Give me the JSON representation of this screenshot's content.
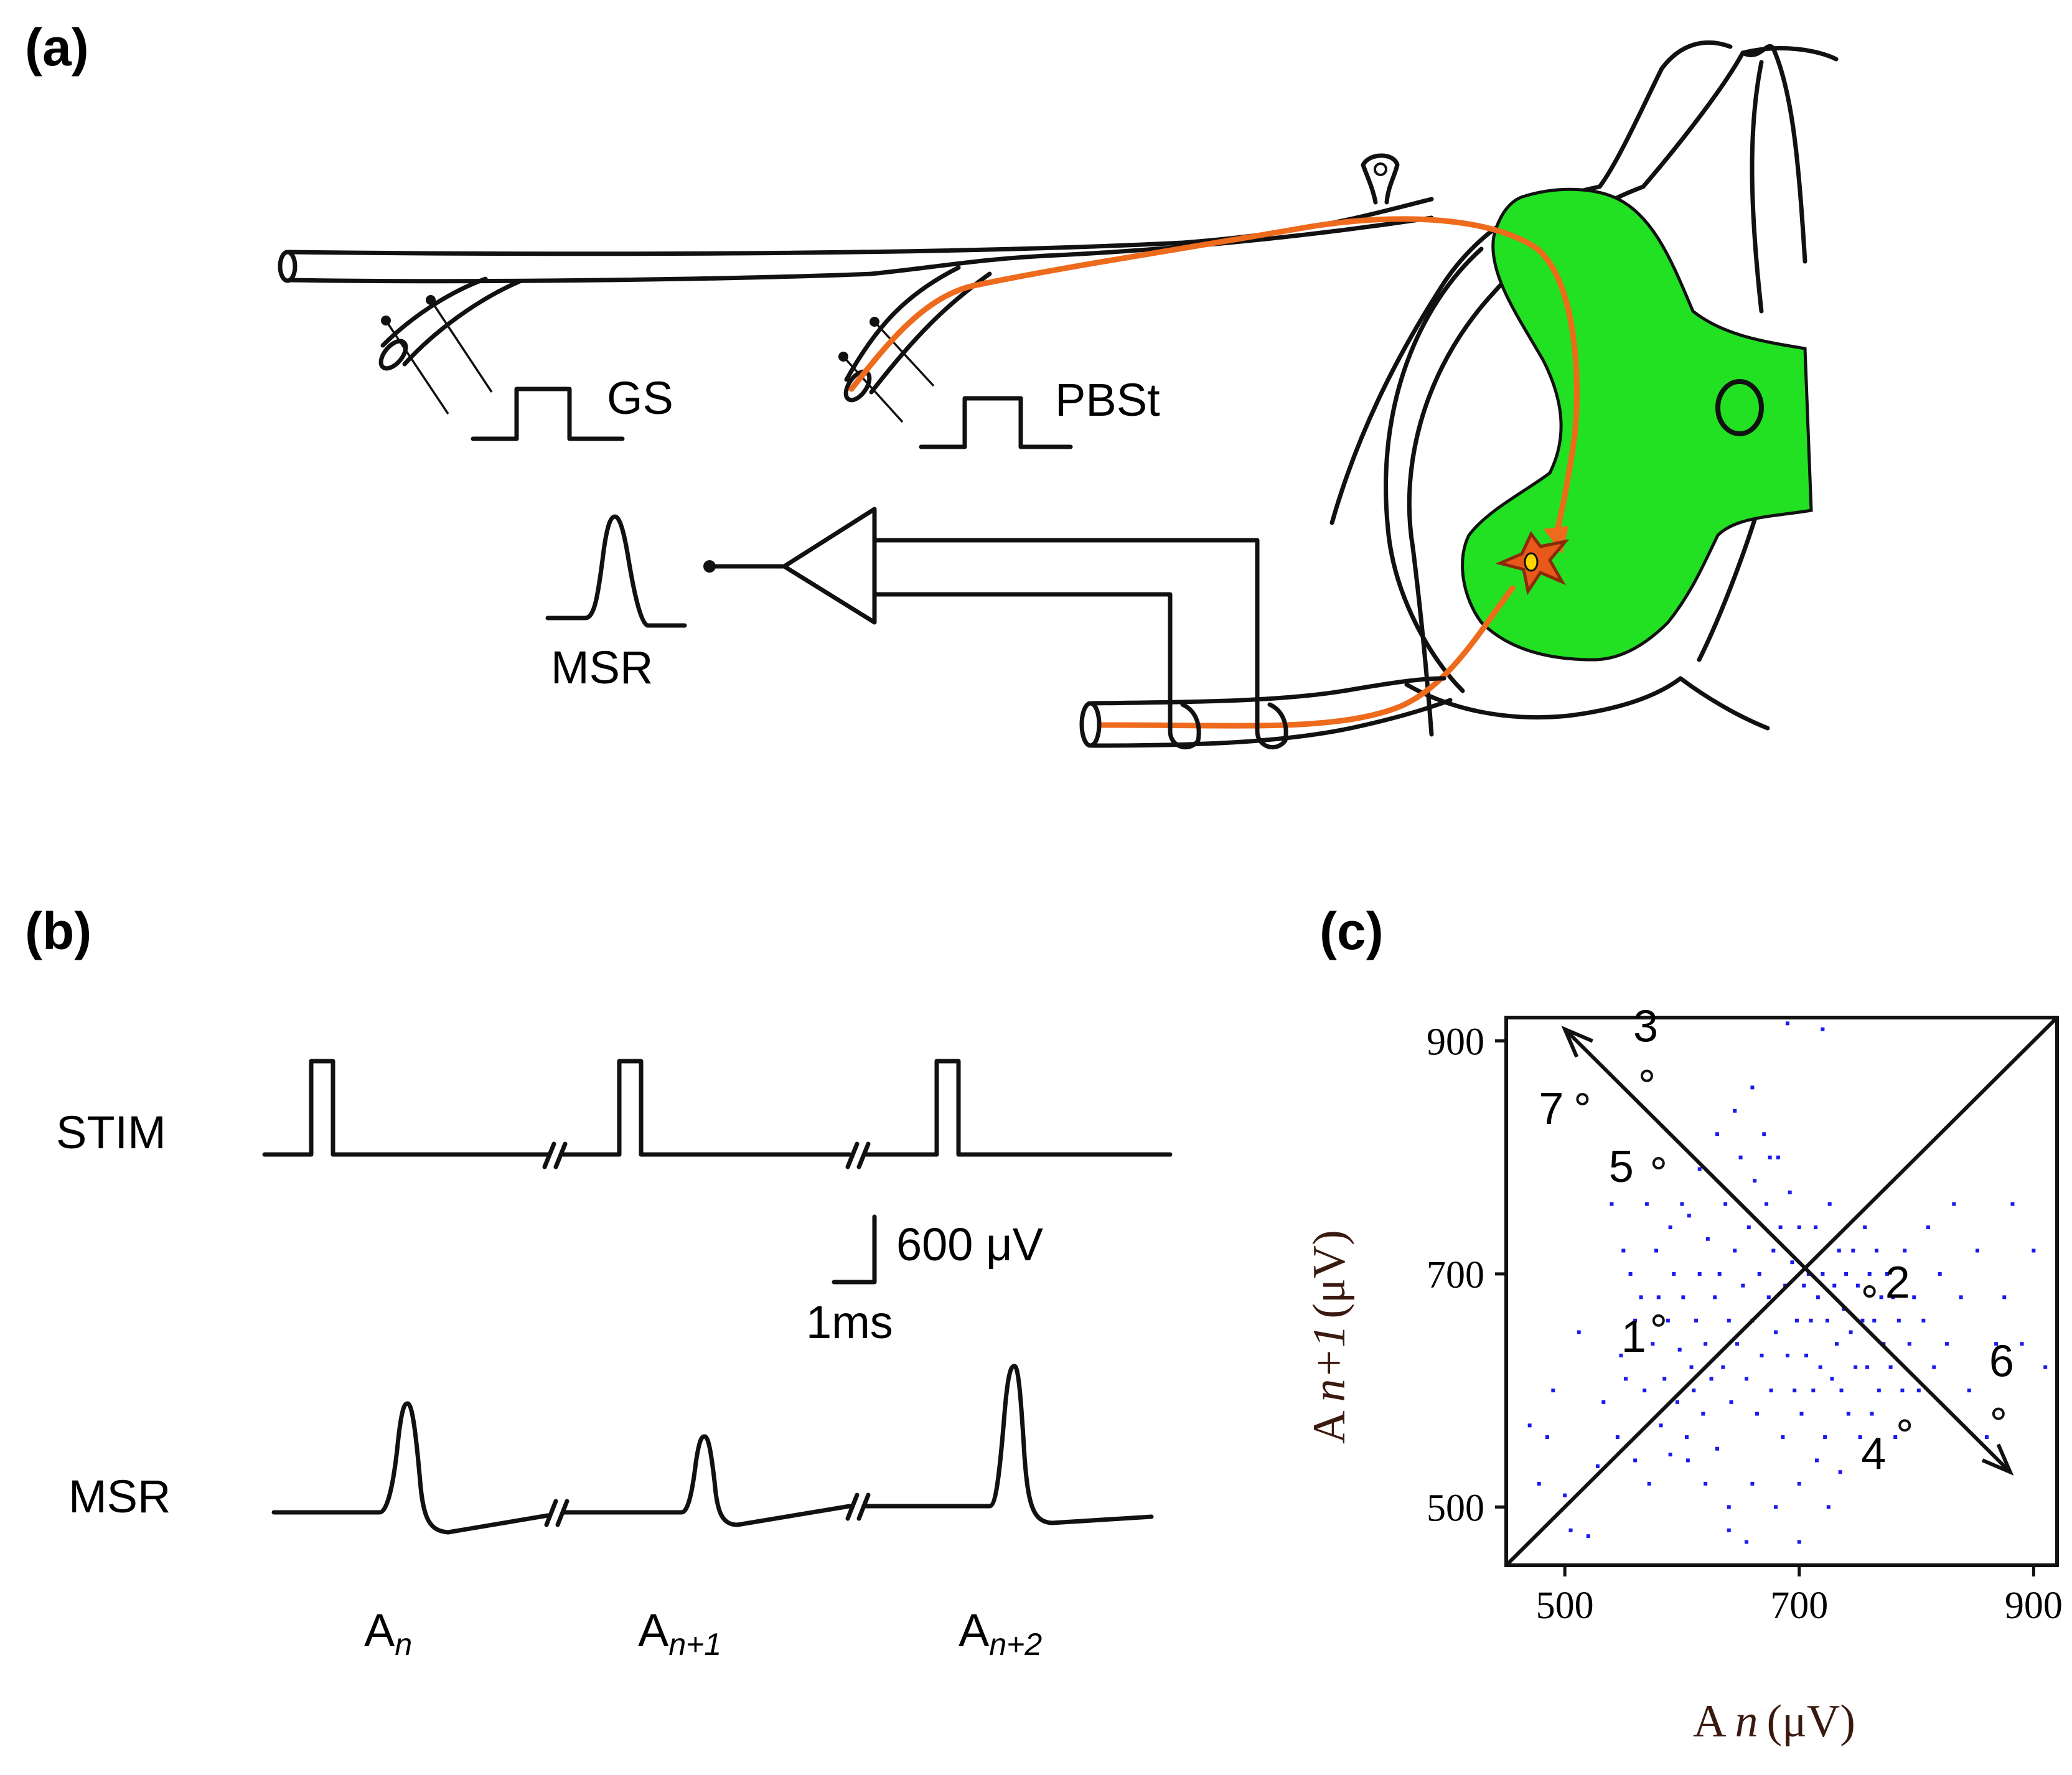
{
  "panels": {
    "a": "(a)",
    "b": "(b)",
    "c": "(c)"
  },
  "diagram": {
    "stim_gs": "GS",
    "stim_pbst": "PBSt",
    "recording": "MSR"
  },
  "traces": {
    "stim_label": "STIM",
    "msr_label": "MSR",
    "scale_voltage": "600 μV",
    "scale_time": "1ms",
    "amp_labels": [
      {
        "base": "A",
        "sub": "n"
      },
      {
        "base": "A",
        "sub": "n+1"
      },
      {
        "base": "A",
        "sub": "n+2"
      }
    ]
  },
  "colors": {
    "gray_matter": "#22e022",
    "afferent": "#ee6a1c",
    "motoneuron": "#e8581a",
    "scatter": "#1a1aee"
  },
  "chart_data": {
    "type": "scatter",
    "xlabel": {
      "base": "A",
      "sub": "n",
      "unit": "(μV)"
    },
    "ylabel": {
      "base": "A",
      "sub": "n+1",
      "unit": "(μV)"
    },
    "xlim": [
      450,
      920
    ],
    "ylim": [
      450,
      920
    ],
    "xticks": [
      500,
      700,
      900
    ],
    "yticks": [
      500,
      700,
      900
    ],
    "diagonal": [
      [
        450,
        450
      ],
      [
        920,
        920
      ]
    ],
    "anti_diagonal_arrow": [
      [
        500,
        910
      ],
      [
        880,
        530
      ]
    ],
    "labeled_points": [
      {
        "label": "1",
        "x": 580,
        "y": 660
      },
      {
        "label": "2",
        "x": 760,
        "y": 685
      },
      {
        "label": "3",
        "x": 570,
        "y": 870
      },
      {
        "label": "4",
        "x": 790,
        "y": 570
      },
      {
        "label": "5",
        "x": 580,
        "y": 795
      },
      {
        "label": "6",
        "x": 870,
        "y": 580
      },
      {
        "label": "7",
        "x": 515,
        "y": 850
      }
    ],
    "scatter_points": [
      [
        470,
        570
      ],
      [
        478,
        520
      ],
      [
        485,
        560
      ],
      [
        490,
        600
      ],
      [
        500,
        510
      ],
      [
        505,
        480
      ],
      [
        512,
        650
      ],
      [
        520,
        475
      ],
      [
        528,
        535
      ],
      [
        533,
        590
      ],
      [
        540,
        760
      ],
      [
        545,
        560
      ],
      [
        548,
        630
      ],
      [
        552,
        610
      ],
      [
        556,
        700
      ],
      [
        560,
        540
      ],
      [
        565,
        680
      ],
      [
        568,
        600
      ],
      [
        572,
        520
      ],
      [
        575,
        640
      ],
      [
        578,
        720
      ],
      [
        582,
        570
      ],
      [
        585,
        610
      ],
      [
        588,
        660
      ],
      [
        590,
        545
      ],
      [
        593,
        700
      ],
      [
        596,
        590
      ],
      [
        598,
        635
      ],
      [
        601,
        680
      ],
      [
        604,
        560
      ],
      [
        606,
        750
      ],
      [
        608,
        620
      ],
      [
        610,
        600
      ],
      [
        612,
        660
      ],
      [
        615,
        700
      ],
      [
        618,
        580
      ],
      [
        620,
        640
      ],
      [
        622,
        730
      ],
      [
        625,
        610
      ],
      [
        628,
        680
      ],
      [
        630,
        550
      ],
      [
        632,
        700
      ],
      [
        635,
        620
      ],
      [
        637,
        760
      ],
      [
        640,
        660
      ],
      [
        642,
        590
      ],
      [
        645,
        720
      ],
      [
        647,
        640
      ],
      [
        650,
        800
      ],
      [
        652,
        690
      ],
      [
        655,
        610
      ],
      [
        657,
        740
      ],
      [
        660,
        660
      ],
      [
        662,
        780
      ],
      [
        664,
        580
      ],
      [
        666,
        700
      ],
      [
        668,
        630
      ],
      [
        670,
        820
      ],
      [
        672,
        760
      ],
      [
        674,
        680
      ],
      [
        676,
        600
      ],
      [
        678,
        720
      ],
      [
        680,
        650
      ],
      [
        682,
        800
      ],
      [
        684,
        740
      ],
      [
        686,
        560
      ],
      [
        688,
        690
      ],
      [
        690,
        630
      ],
      [
        692,
        770
      ],
      [
        694,
        710
      ],
      [
        696,
        600
      ],
      [
        698,
        660
      ],
      [
        700,
        740
      ],
      [
        702,
        580
      ],
      [
        704,
        690
      ],
      [
        706,
        630
      ],
      [
        708,
        700
      ],
      [
        710,
        660
      ],
      [
        712,
        600
      ],
      [
        714,
        740
      ],
      [
        716,
        680
      ],
      [
        718,
        620
      ],
      [
        720,
        700
      ],
      [
        722,
        560
      ],
      [
        724,
        660
      ],
      [
        726,
        760
      ],
      [
        728,
        610
      ],
      [
        730,
        690
      ],
      [
        732,
        640
      ],
      [
        734,
        720
      ],
      [
        736,
        600
      ],
      [
        738,
        670
      ],
      [
        740,
        700
      ],
      [
        742,
        580
      ],
      [
        744,
        650
      ],
      [
        746,
        720
      ],
      [
        748,
        620
      ],
      [
        750,
        690
      ],
      [
        752,
        560
      ],
      [
        754,
        660
      ],
      [
        756,
        740
      ],
      [
        758,
        620
      ],
      [
        760,
        700
      ],
      [
        762,
        580
      ],
      [
        764,
        660
      ],
      [
        766,
        720
      ],
      [
        768,
        600
      ],
      [
        770,
        680
      ],
      [
        772,
        640
      ],
      [
        775,
        700
      ],
      [
        778,
        620
      ],
      [
        780,
        680
      ],
      [
        782,
        560
      ],
      [
        785,
        660
      ],
      [
        788,
        600
      ],
      [
        790,
        720
      ],
      [
        794,
        640
      ],
      [
        798,
        680
      ],
      [
        802,
        600
      ],
      [
        806,
        660
      ],
      [
        810,
        740
      ],
      [
        815,
        620
      ],
      [
        820,
        700
      ],
      [
        826,
        640
      ],
      [
        832,
        760
      ],
      [
        838,
        680
      ],
      [
        845,
        600
      ],
      [
        852,
        720
      ],
      [
        860,
        560
      ],
      [
        868,
        640
      ],
      [
        875,
        680
      ],
      [
        882,
        760
      ],
      [
        890,
        640
      ],
      [
        900,
        720
      ],
      [
        910,
        620
      ],
      [
        640,
        480
      ],
      [
        655,
        470
      ],
      [
        690,
        915
      ],
      [
        700,
        470
      ],
      [
        720,
        910
      ],
      [
        600,
        760
      ],
      [
        615,
        790
      ],
      [
        630,
        820
      ],
      [
        645,
        840
      ],
      [
        660,
        860
      ],
      [
        675,
        800
      ],
      [
        640,
        500
      ],
      [
        620,
        520
      ],
      [
        605,
        540
      ],
      [
        700,
        520
      ],
      [
        715,
        540
      ],
      [
        725,
        500
      ],
      [
        735,
        530
      ],
      [
        680,
        500
      ],
      [
        660,
        520
      ],
      [
        580,
        680
      ],
      [
        590,
        740
      ],
      [
        560,
        660
      ],
      [
        570,
        760
      ],
      [
        550,
        720
      ]
    ]
  }
}
